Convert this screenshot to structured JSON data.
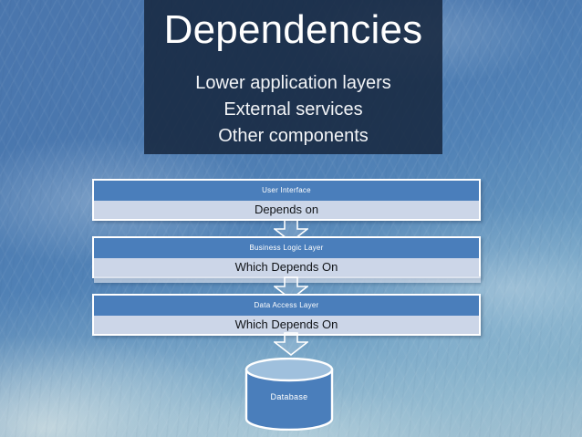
{
  "slide": {
    "title": "Dependencies",
    "subtitle_lines": [
      "Lower application layers",
      "External services",
      "Other components"
    ]
  },
  "colors": {
    "panel_overlay": "#16263e",
    "header_blue": "#4a7ebb",
    "body_light": "#ccd6e8",
    "outline_white": "#ffffff",
    "background_blue": "#4a76ad",
    "title_text": "#ffffff",
    "body_text": "#111418"
  },
  "diagram": {
    "layers": [
      {
        "name": "User Interface",
        "relation": "Depends on"
      },
      {
        "name": "Business Logic Layer",
        "relation": "Which Depends On"
      },
      {
        "name": "Data Access Layer",
        "relation": "Which Depends On"
      }
    ],
    "arrows": [
      {
        "icon": "down-block-arrow-icon"
      },
      {
        "icon": "down-block-arrow-icon"
      },
      {
        "icon": "down-block-arrow-icon"
      }
    ],
    "database": {
      "label": "Database",
      "icon": "database-cylinder-icon"
    }
  }
}
